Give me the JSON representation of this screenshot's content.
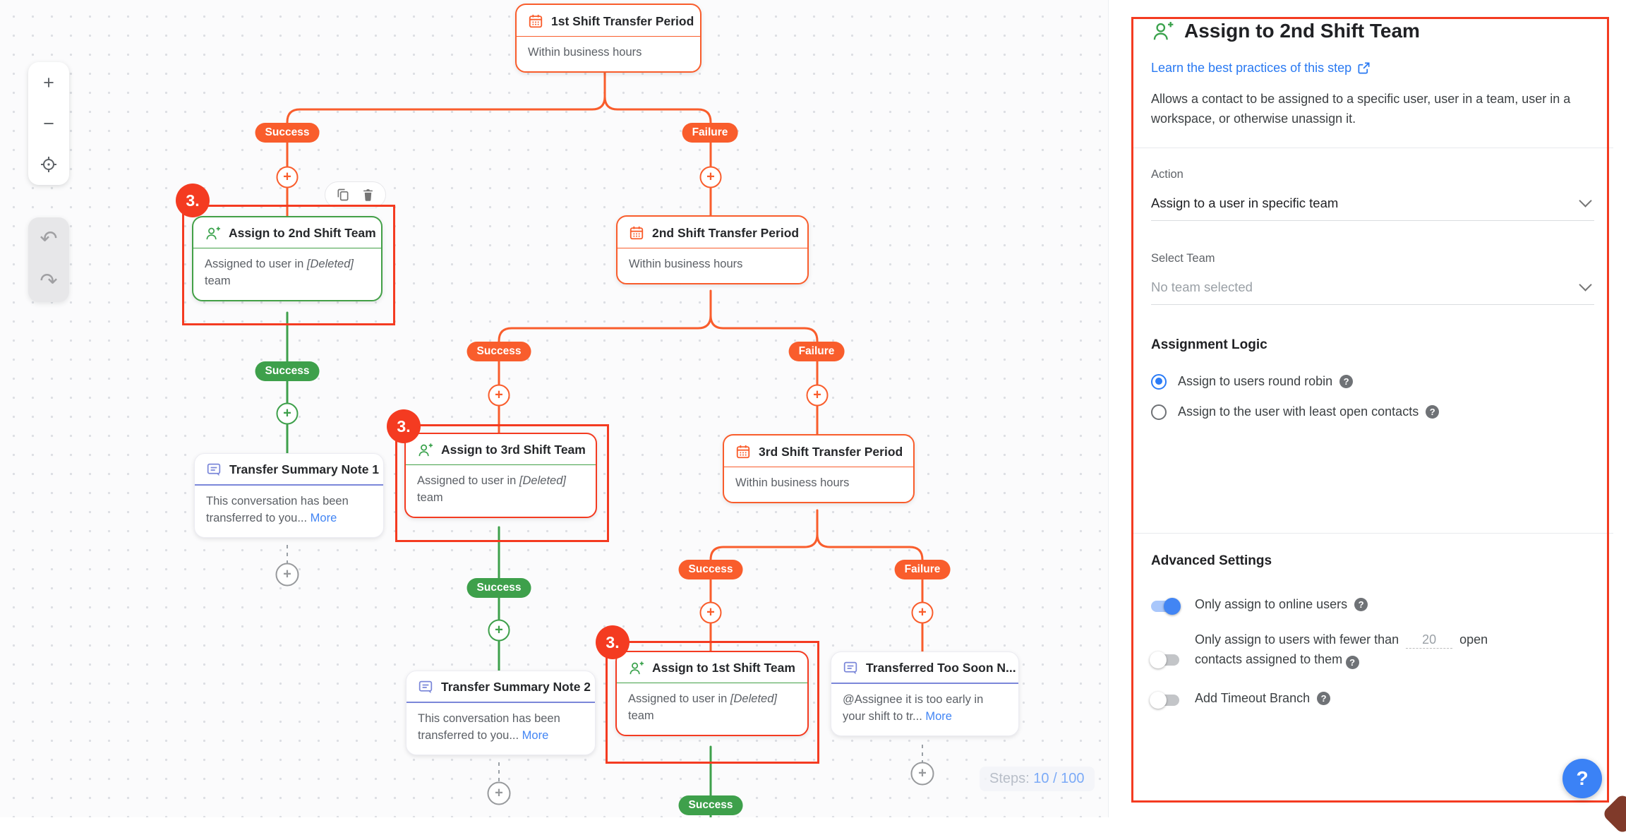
{
  "colors": {
    "orange": "#f95d2c",
    "green": "#43a047",
    "callout_red": "#f43b21",
    "link_blue": "#2979f2",
    "note_indigo": "#7b87d9",
    "toggle_blue": "#4285f4"
  },
  "canvas": {
    "controls": {
      "zoom_in": "+",
      "zoom_out": "−",
      "center": "center-target",
      "undo": "↶",
      "redo": "↷"
    },
    "branch_labels": {
      "success": "Success",
      "failure": "Failure"
    },
    "callout_number": "3.",
    "steps": {
      "label": "Steps:",
      "value": "10 / 100"
    },
    "nodes": {
      "first_period": {
        "title": "1st Shift Transfer Period",
        "body": "Within business hours"
      },
      "assign_2nd": {
        "title": "Assign to 2nd Shift Team",
        "body_prefix": "Assigned to user in ",
        "body_italic": "[Deleted]",
        "body_suffix": " team"
      },
      "second_period": {
        "title": "2nd Shift Transfer Period",
        "body": "Within business hours"
      },
      "note1": {
        "title": "Transfer Summary Note 1",
        "body": "This conversation has been transferred to you... ",
        "more": "More"
      },
      "assign_3rd": {
        "title": "Assign to 3rd Shift Team",
        "body_prefix": "Assigned to user in ",
        "body_italic": "[Deleted]",
        "body_suffix": " team"
      },
      "third_period": {
        "title": "3rd Shift Transfer Period",
        "body": "Within business hours"
      },
      "note2": {
        "title": "Transfer Summary Note 2",
        "body": "This conversation has been transferred to you... ",
        "more": "More"
      },
      "assign_1st": {
        "title": "Assign to 1st Shift Team",
        "body_prefix": "Assigned to user in ",
        "body_italic": "[Deleted]",
        "body_suffix": " team"
      },
      "too_soon": {
        "title": "Transferred Too Soon N...",
        "body": "@Assignee it is too early in your shift to tr... ",
        "more": "More"
      }
    }
  },
  "panel": {
    "title": "Assign to 2nd Shift Team",
    "link": "Learn the best practices of this step",
    "description": "Allows a contact to be assigned to a specific user, user in a team, user in a workspace, or otherwise unassign it.",
    "action": {
      "label": "Action",
      "value": "Assign to a user in specific team"
    },
    "select_team": {
      "label": "Select Team",
      "placeholder": "No team selected"
    },
    "assignment_logic": {
      "heading": "Assignment Logic",
      "options": [
        {
          "label": "Assign to users round robin",
          "selected": true
        },
        {
          "label": "Assign to the user with least open contacts",
          "selected": false
        }
      ]
    },
    "advanced": {
      "heading": "Advanced Settings",
      "toggle_online": {
        "label": "Only assign to online users",
        "on": true
      },
      "toggle_fewer": {
        "label_prefix": "Only assign to users with fewer than",
        "value": "20",
        "label_middle": "open",
        "label_suffix": "contacts assigned to them",
        "on": false
      },
      "toggle_timeout": {
        "label": "Add Timeout Branch",
        "on": false
      }
    }
  }
}
